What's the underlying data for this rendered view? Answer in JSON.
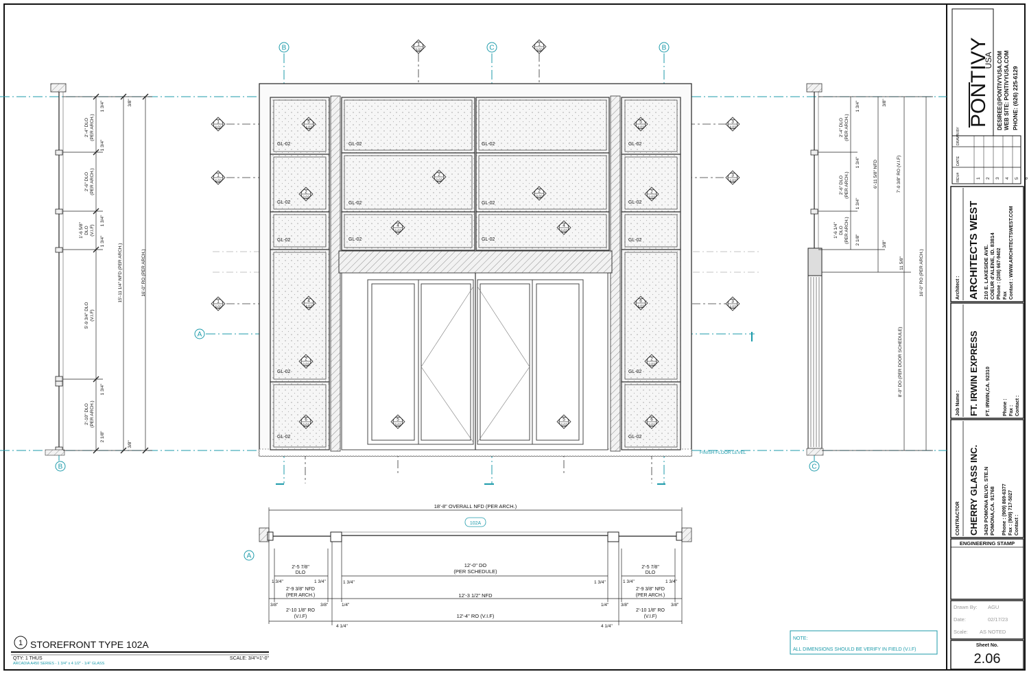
{
  "drawing": {
    "gridlines": {
      "b": "B",
      "c": "C",
      "a": "A"
    },
    "section_refs": {
      "s1": "1",
      "s2": "2",
      "s3": "3",
      "s4": "4",
      "s5": "5",
      "s6": "6",
      "s302": "3.02",
      "s402": "4.02",
      "s301": "3.01"
    },
    "glass_tag": "GL-02",
    "finish_floor": "FINISH FLOOR LEVEL",
    "left_section": {
      "d_top_plus": "3/8\"",
      "d1": "2'-4\" DLO",
      "d1b": "(PER ARCH.)",
      "d2": "2'-6\" DLO",
      "d2b": "(PER ARCH.)",
      "d3": "1'-6 5/8\"",
      "d3b": "DLO",
      "d3c": "(V.I.F)",
      "d4": "5'-9 3/4\" DLO",
      "d4b": "(V.I.F)",
      "d5": "2'-10\" DLO",
      "d5b": "(PER ARCH.)",
      "m134": "1 3/4\"",
      "m218": "2 1/8\"",
      "overall_nfd": "15'-11 1/4\" NFD (PER ARCH.)",
      "overall_ro": "16'-0\" RO (PER ARCH.)"
    },
    "right_section": {
      "r1": "2'-4\" DLO",
      "r1b": "(PER ARCH.)",
      "r2": "2'-6\" DLO",
      "r2b": "(PER ARCH.)",
      "r3": "1'-6 1/4\"",
      "r3b": "DLO",
      "r3c": "(PER ARCH.)",
      "nfd": "6'-11 5/8\" NFD",
      "ro": "7'-0 3/8\" RO (V.I.F)",
      "gap": "11 5/8\"",
      "door_do": "8'-0\" DO (PER DOOR SCHEDULE)",
      "overall_ro": "16'-0\" RO (PER ARCH.)"
    },
    "plan": {
      "overall": "18'-8\" OVERALL NFD (PER ARCH.)",
      "tag": "102A",
      "dlo": "2'-5 7/8\"",
      "dlo_b": "DLO",
      "door": "12'-0\" DO",
      "door_b": "(PER SCHEDULE)",
      "side_nfd": "2'-9 3/8\" NFD",
      "side_nfd_b": "(PER ARCH.)",
      "center_nfd": "12'-3 1/2\" NFD",
      "side_ro": "2'-10 1/8\" RO",
      "side_ro_b": "(V.I.F)",
      "center_ro": "12'-4\" RO (V.I.F)",
      "m134": "1 3/4\"",
      "m38": "3/8\"",
      "m14": "1/4\"",
      "m414": "4 1/4\""
    },
    "title_block": {
      "num": "1",
      "name": "STOREFRONT TYPE 102A",
      "qty": "QTY: 1 THUS",
      "scale": "SCALE: 3/4\"=1'-0\"",
      "series": "ARCADIA A450 SERIES - 1 3/4\" x 4 1/2\" - 1/4\" GLASS"
    },
    "note": {
      "title": "NOTE:",
      "text": "ALL DIMENSIONS SHOULD BE VERIFY IN FIELD (V.I.F)"
    }
  },
  "sidebar": {
    "logo": {
      "main": "PONTIVY",
      "sub": "USA"
    },
    "company_contact": {
      "email": "DESIREE@PONTIVYUSA.COM",
      "web": "WEB SITE: PONTIVYUSA.COM",
      "phone": "PHONE: (626) 225-6129"
    },
    "revision_table": {
      "headers": [
        "REV#",
        "DATE",
        "DRAWN BY"
      ],
      "rows": [
        "1",
        "2",
        "3",
        "4",
        "5",
        "6"
      ]
    },
    "architect": {
      "label": "Architect :",
      "name": "ARCHITECTS WEST",
      "addr1": "210 E. LAKESIDE AVE.",
      "addr2": "COEUR d'ALENE, ID. 83814",
      "phone": "Phone  :  (208) 667-9402",
      "fax": "Fax",
      "contact": "Contact : WWW.ARCHITECTSWEST.COM"
    },
    "job": {
      "label": "Job Name :",
      "name": "FT. IRWIN EXPRESS",
      "addr": "FT. IRWIN,CA. 92310",
      "phone": "Phone  :",
      "fax": "Fax     :",
      "contact": "Contact :"
    },
    "contractor": {
      "label": "CONTRACTOR",
      "name": "CHERRY GLASS INC.",
      "addr1": "3429 POMONA BLVD. STE.N",
      "addr2": "POMONA,CA. 91768",
      "phone": "Phone  :  (909) 869-6377",
      "fax": "Fax     :  (909) 717-5027",
      "contact": "Contact :"
    },
    "stamp_label": "ENGINEERING STAMP",
    "info": {
      "drawn_label": "Drawn By:",
      "drawn_val": "AGU",
      "date_label": "Date:",
      "date_val": "02/17/23",
      "scale_label": "Scale:",
      "scale_val": "AS NOTED"
    },
    "sheet": {
      "label": "Sheet No.",
      "number": "2.06"
    }
  },
  "colors": {
    "line": "#111111",
    "cyan": "#1b9aaa",
    "glass": "#f4f4f4"
  }
}
